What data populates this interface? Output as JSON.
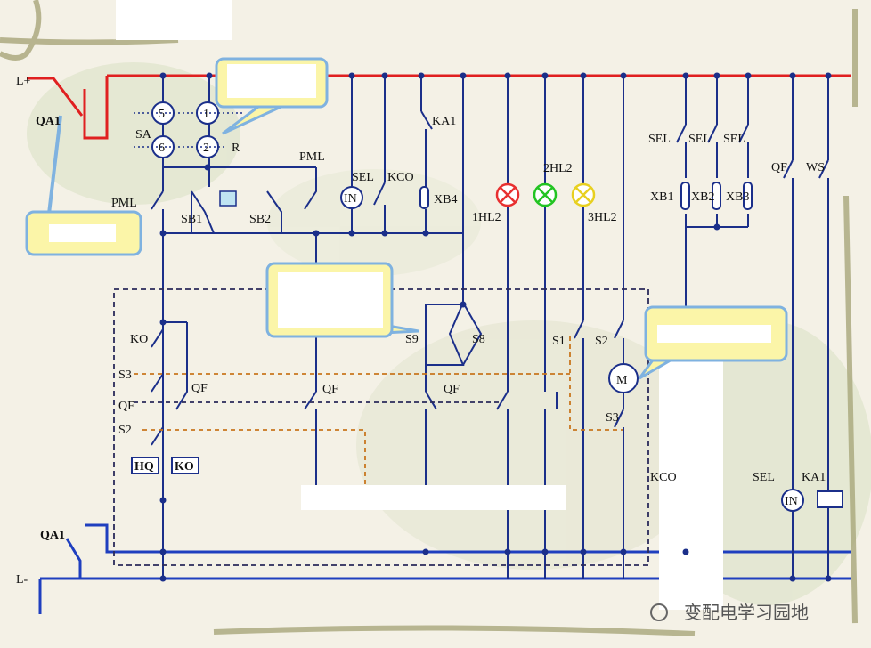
{
  "labels": {
    "l_plus": "L+",
    "l_minus": "L-",
    "qa1_top": "QA1",
    "qa1_bottom": "QA1",
    "sa": "SA",
    "sa_5": "5",
    "sa_1": "1",
    "sa_6": "6",
    "sa_2": "2",
    "sa_r": "R",
    "pml_top": "PML",
    "pml_left": "PML",
    "sb1": "SB1",
    "sb2": "SB2",
    "sel_mid": "SEL",
    "kco_mid": "KCO",
    "in_mid": "IN",
    "xb4": "XB4",
    "ka1_top": "KA1",
    "lamp_1hl2": "1HL2",
    "lamp_2hl2": "2HL2",
    "lamp_3hl2": "3HL2",
    "sel_1": "SEL",
    "sel_2": "SEL",
    "sel_3": "SEL",
    "xb1": "XB1",
    "xb2": "XB2",
    "xb3": "XB3",
    "qf_right": "QF",
    "ws": "WS",
    "ko": "KO",
    "s3_left": "S3",
    "qf_left_a": "QF",
    "qf_left_b": "QF",
    "s2_left": "S2",
    "hq": "HQ",
    "ko_box": "KO",
    "qf_mid": "QF",
    "s9": "S9",
    "s8": "S8",
    "qf_mid2": "QF",
    "s1_right": "S1",
    "s2_right": "S2",
    "motor": "M",
    "s3_right": "S3",
    "kco_bottom": "KCO",
    "sel_bottom": "SEL",
    "in_bottom": "IN",
    "ka1_bottom": "KA1"
  },
  "watermark": "变配电学习园地",
  "colors": {
    "positive_bus": "#e02020",
    "negative_bus": "#1f3fbf",
    "wire": "#1b2f8a",
    "dashed_box": "#2a2a5a",
    "dashed_orange": "#c8761e",
    "callout_fill": "#fbf5a8",
    "callout_border": "#7fb2e0",
    "lamp_red": "#e83030",
    "lamp_green": "#22c422",
    "lamp_yellow": "#e8d020"
  }
}
